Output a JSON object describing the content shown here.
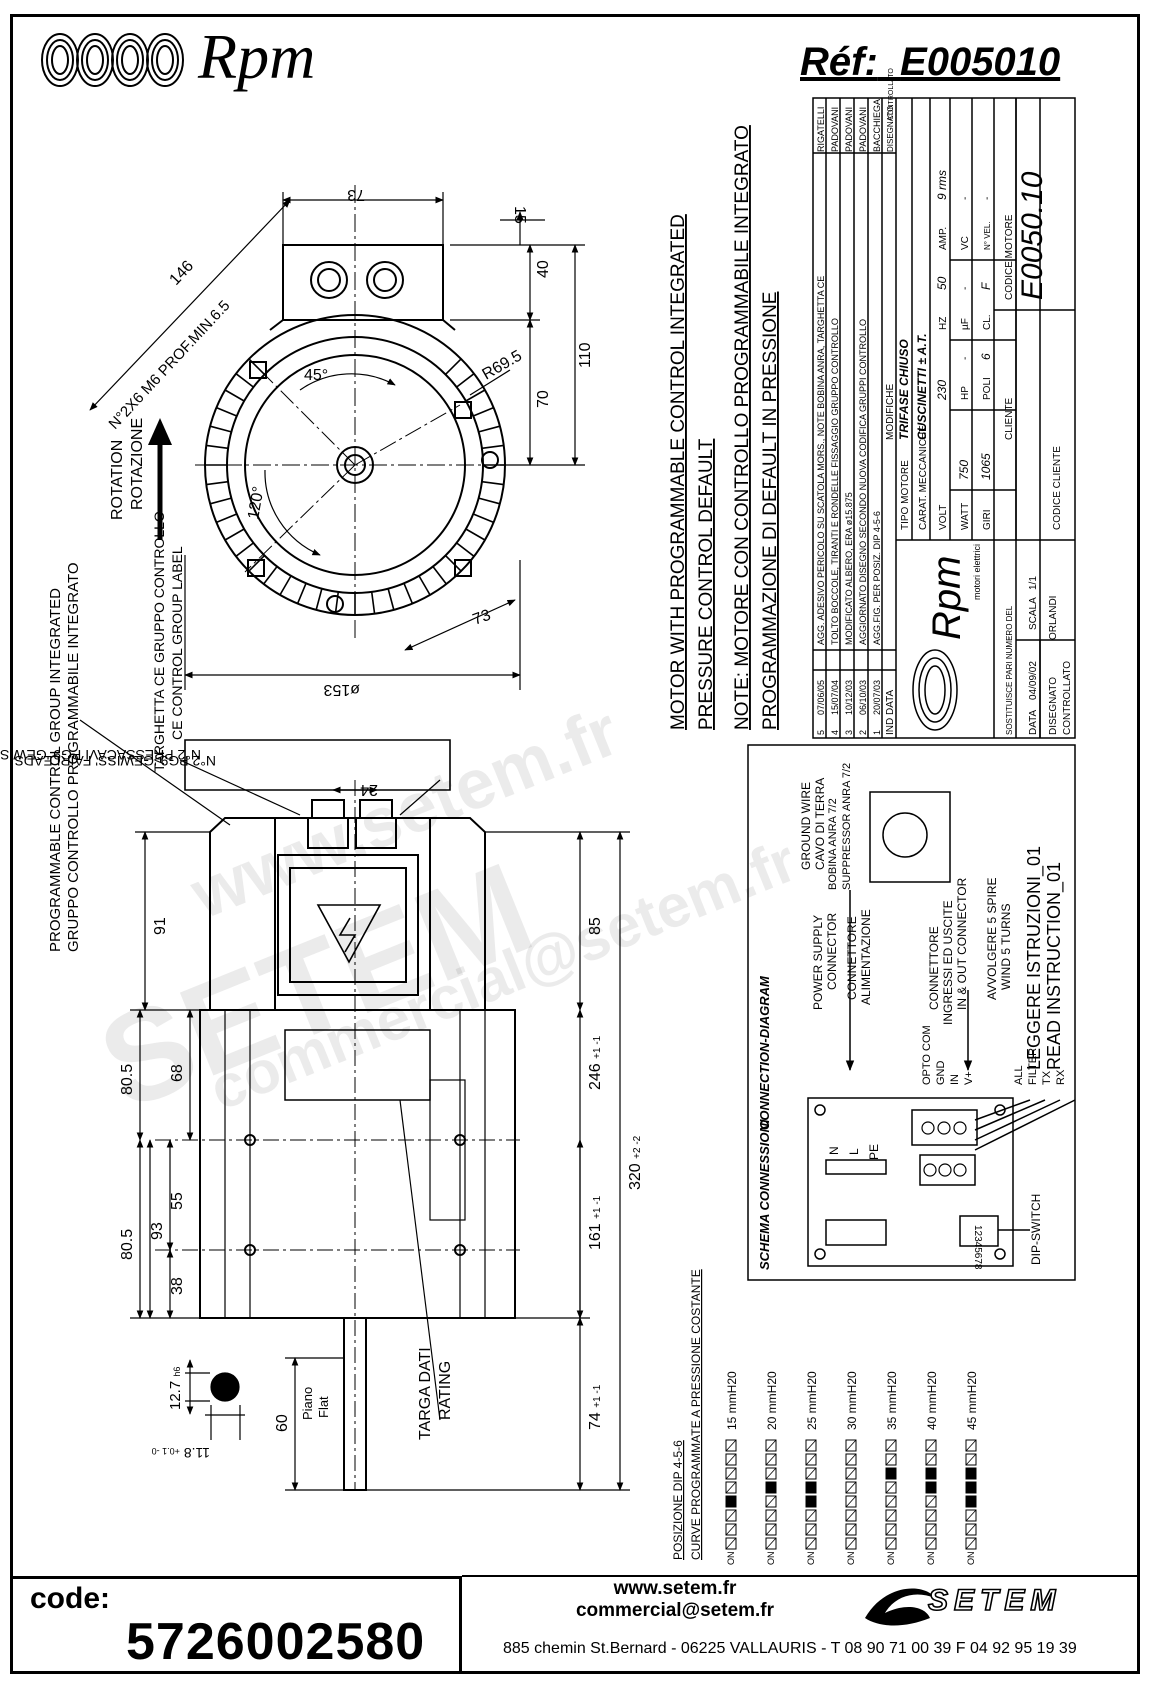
{
  "header": {
    "brand": "Rpm",
    "ref_label": "Réf:",
    "ref_value": "E005010"
  },
  "dimensions": {
    "d73_top": "73",
    "d15": "15",
    "d40": "40",
    "d110": "110",
    "d70": "70",
    "d146": "146",
    "r695": "R69.5",
    "holes": "N°2X6 M6 PROF.MIN.6.5",
    "a45": "45°",
    "a120": "120°",
    "d73_low": "73",
    "d153": "ø153",
    "d24": "24",
    "d91": "91",
    "d85": "85",
    "d805_a": "80.5",
    "d68": "68",
    "d246": "246",
    "d246_tol": "+1 -1",
    "d320": "320",
    "d320_tol": "+2 -2",
    "d55": "55",
    "d161": "161",
    "d161_tol": "+1 -1",
    "d805_b": "80.5",
    "d93": "93",
    "d38": "38",
    "d74": "74",
    "d74_tol": "+1 -1",
    "d60": "60",
    "d127": "12.7",
    "d127_tol": "h6",
    "d118": "11.8",
    "d118_tol": "+0.1 -0"
  },
  "labels": {
    "rotation_en": "ROTATION",
    "rotation_it": "ROTAZIONE",
    "ce_label_it": "TARGHETTA CE GRUPPO CONTROLLO",
    "ce_label_en": "CE CONTROL GROUP LABEL",
    "pcg_en": "PROGRAMMABLE CONTROL GROUP INTEGRATED",
    "pcg_it": "GRUPPO CONTROLLO PROGRAMMABILE INTEGRATO",
    "cable_it": "N°2 PRESSACAVI PG9 'GEWISS'",
    "cable_en": "N°2 PG9 'GEWISS' FAIRLEADS",
    "rating_it": "TARGA DATI",
    "rating_en": "RATING",
    "flat_it": "Piano",
    "flat_en": "Flat"
  },
  "notes": {
    "line1": "MOTOR WITH PROGRAMMABLE CONTROL INTEGRATED",
    "line2": "PRESSURE CONTROL DEFAULT",
    "line3": "NOTE: MOTORE CON CONTROLLO PROGRAMMABILE INTEGRATO",
    "line4": "PROGRAMMAZIONE DI DEFAULT IN PRESSIONE"
  },
  "title_block": {
    "revisions": [
      {
        "ind": "5",
        "date": "07/06/05",
        "text": "AGG. ADESIVO PERICOLO SU SCATOLA MORS., NOTE BOBINA ANRA, TARGHETTA CE",
        "drawn": "RIGATELLI"
      },
      {
        "ind": "4",
        "date": "15/07/04",
        "text": "TOLTO BOCCOLE, TIRANTI E RONDELLE FISSAGGIO GRUPPO CONTROLLO",
        "drawn": "PADOVANI"
      },
      {
        "ind": "3",
        "date": "10/12/03",
        "text": "MODIFICATO ALBERO, ERA ø15.875",
        "drawn": "PADOVANI"
      },
      {
        "ind": "2",
        "date": "06/10/03",
        "text": "AGGIORNATO DISEGNO SECONDO NUOVA CODIFICA GRUPPI CONTROLLO",
        "drawn": "PADOVANI"
      },
      {
        "ind": "1",
        "date": "20/07/03",
        "text": "AGG.FIG. PER POSIZ. DIP 4-5-6",
        "drawn": "BACCHIEGA"
      }
    ],
    "col_ind": "IND",
    "col_data": "DATA",
    "col_modifiche": "MODIFICHE",
    "col_disegnato": "DISEGNATO",
    "col_controllato": "CONTROLLATO",
    "tipo_motore_label": "TIPO MOTORE",
    "tipo_motore": "TRIFASE CHIUSO",
    "carat_label": "CARAT. MECCANICHE",
    "carat": "CUSCINETTI ± A.T.",
    "volt_label": "VOLT",
    "volt": "230",
    "hz_label": "HZ",
    "hz": "50",
    "amp_label": "AMP.",
    "amp": "9 rms",
    "watt_label": "WATT",
    "watt": "750",
    "hp_label": "HP",
    "hp": "-",
    "uf_label": "µF",
    "uf": "-",
    "vc_label": "VC",
    "vc": "-",
    "giri_label": "GIRI",
    "giri": "1065",
    "poli_label": "POLI",
    "poli": "6",
    "cl_label": "CL.",
    "cl": "F",
    "nvel_label": "N° VEL.",
    "nvel": "-",
    "cliente_label": "CLIENTE",
    "codice_cliente_label": "CODICE CLIENTE",
    "codice_motore_label": "CODICE MOTORE",
    "codice_motore": "E0050.10",
    "sostituisce_label": "SOSTITUISCE PARI NUMERO DEL",
    "sostituisce": "-",
    "data_label": "DATA",
    "data": "04/09/02",
    "scala_label": "SCALA",
    "scala": "1/1",
    "disegnato_label": "DISEGNATO",
    "disegnato": "ORLANDI",
    "controllato_label": "CONTROLLATO",
    "brand": "Rpm",
    "brand_sub": "motori elettrici"
  },
  "schema": {
    "title_it": "SCHEMA CONNESSIONI",
    "title_en": "CONNECTION-DIAGRAM",
    "power_en": "POWER SUPPLY",
    "power_en2": "CONNECTOR",
    "power_it": "CONNETTORE",
    "power_it2": "ALIMENTAZIONE",
    "io_it": "CONNETTORE",
    "io_it2": "INGRESSI ED USCITE",
    "io_en": "IN & OUT CONNECTOR",
    "wind_it": "AVVOLGERE 5 SPIRE",
    "wind_en": "WIND 5 TURNS",
    "ground_en": "GROUND WIRE",
    "ground_it": "CAVO DI TERRA",
    "coil_it": "BOBINA ANRA 7/2",
    "coil_en": "SUPPRESSOR ANRA 7/2",
    "read_it": "LEGGERE ISTRUZIONI_01",
    "read_en": "READ INSTRUCTION_01",
    "pins": [
      "OPTO COM",
      "GND",
      "IN",
      "V+"
    ],
    "serial": [
      "ALL",
      "FILTER",
      "TX",
      "RX"
    ],
    "n": "N",
    "l": "L",
    "pe": "PE",
    "dip": "DIP-SWITCH",
    "dip_nums": "12345678"
  },
  "curves": {
    "title1": "POSIZIONE DIP 4-5-6",
    "title2": "CURVE PROGRAMMATE A PRESSIONE COSTANTE",
    "on": "ON",
    "items": [
      {
        "label": "15 mmH20",
        "pattern": [
          0,
          0,
          0,
          1,
          0,
          0,
          0,
          0
        ]
      },
      {
        "label": "20 mmH20",
        "pattern": [
          0,
          0,
          0,
          0,
          1,
          0,
          0,
          0
        ]
      },
      {
        "label": "25 mmH20",
        "pattern": [
          0,
          0,
          0,
          1,
          1,
          0,
          0,
          0
        ]
      },
      {
        "label": "30 mmH20",
        "pattern": [
          0,
          0,
          0,
          0,
          0,
          0,
          0,
          0
        ]
      },
      {
        "label": "35 mmH20",
        "pattern": [
          0,
          0,
          0,
          0,
          0,
          1,
          0,
          0
        ]
      },
      {
        "label": "40 mmH20",
        "pattern": [
          0,
          0,
          0,
          0,
          1,
          1,
          0,
          0
        ]
      },
      {
        "label": "45 mmH20",
        "pattern": [
          0,
          0,
          0,
          1,
          1,
          1,
          0,
          0
        ]
      }
    ]
  },
  "footer": {
    "code_label": "code:",
    "code_value": "5726002580",
    "web": "www.setem.fr",
    "email": "commercial@setem.fr",
    "address": "885 chemin St.Bernard  -  06225 VALLAURIS  -  T 08 90 71 00 39  F 04 92 95 19 39",
    "setem": "SETEM"
  },
  "watermark": {
    "a": "www.setem.fr",
    "b": "SETEM",
    "c": "commercial@setem.fr"
  }
}
